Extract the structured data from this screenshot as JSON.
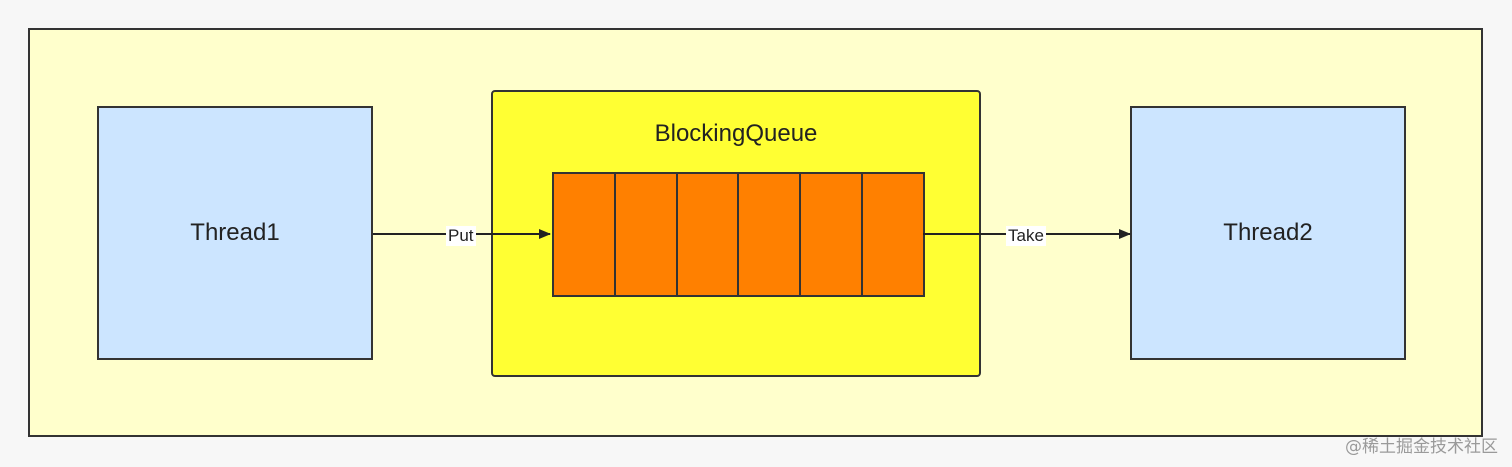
{
  "diagram": {
    "nodes": {
      "thread1": {
        "label": "Thread1"
      },
      "thread2": {
        "label": "Thread2"
      },
      "queue": {
        "label": "BlockingQueue",
        "slot_count": 6
      }
    },
    "edges": [
      {
        "from": "thread1",
        "to": "queue",
        "label": "Put"
      },
      {
        "from": "queue",
        "to": "thread2",
        "label": "Take"
      }
    ]
  },
  "colors": {
    "outer_background": "#ffffcc",
    "thread_fill": "#cce5ff",
    "queue_fill": "#ffff33",
    "slot_fill": "#ff8000",
    "stroke": "#333333"
  },
  "watermark": "@稀土掘金技术社区"
}
